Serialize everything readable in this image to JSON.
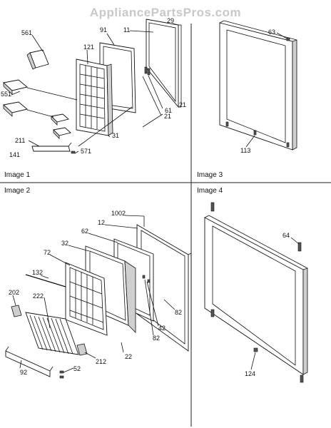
{
  "watermark": "AppliancePartsPros.com",
  "panels": [
    {
      "caption": "Image 1"
    },
    {
      "caption": "Image 3"
    },
    {
      "caption": "Image 2"
    },
    {
      "caption": "Image 4"
    }
  ],
  "part_labels": {
    "p561": "561",
    "p91": "91",
    "p11": "11",
    "p29": "29",
    "p121": "121",
    "p551": "551",
    "p61": "61",
    "p21a": "21",
    "p21b": "21",
    "p31": "31",
    "p211": "211",
    "p141": "141",
    "p571": "571",
    "p63": "63",
    "p113": "113",
    "p1002": "1002",
    "p12": "12",
    "p62": "62",
    "p32": "32",
    "p72": "72",
    "p132": "132",
    "p202": "202",
    "p222": "222",
    "p82a": "82",
    "p42": "42",
    "p82b": "82",
    "p22": "22",
    "p212": "212",
    "p52": "52",
    "p92": "92",
    "p64": "64",
    "p124": "124"
  }
}
